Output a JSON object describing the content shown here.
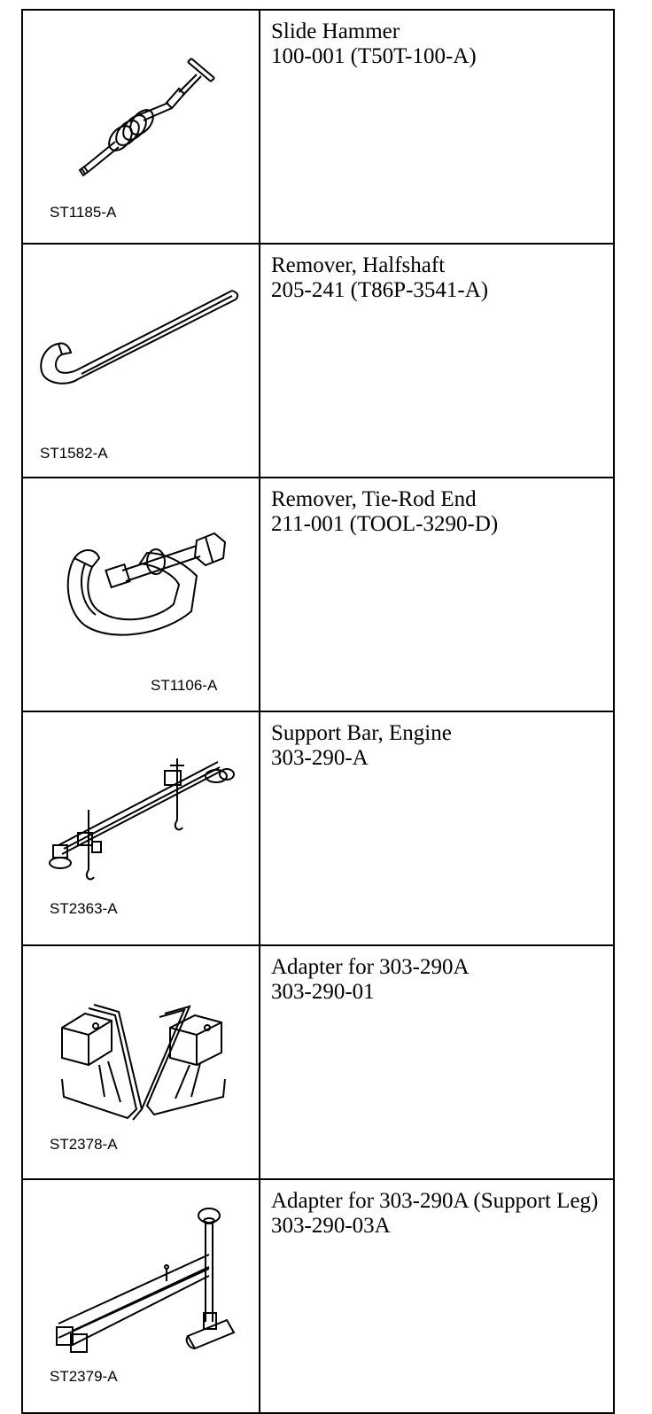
{
  "tools": [
    {
      "figure": "ST1185-A",
      "name": "Slide Hammer",
      "number": "100-001 (T50T-100-A)",
      "icon": "slide-hammer-icon"
    },
    {
      "figure": "ST1582-A",
      "name": "Remover, Halfshaft",
      "number": "205-241 (T86P-3541-A)",
      "icon": "halfshaft-remover-icon"
    },
    {
      "figure": "ST1106-A",
      "name": "Remover, Tie-Rod End",
      "number": "211-001 (TOOL-3290-D)",
      "icon": "tie-rod-remover-icon"
    },
    {
      "figure": "ST2363-A",
      "name": "Support Bar, Engine",
      "number": "303-290-A",
      "icon": "engine-support-bar-icon"
    },
    {
      "figure": "ST2378-A",
      "name": "Adapter for 303-290A",
      "number": "303-290-01",
      "icon": "adapter-brackets-icon"
    },
    {
      "figure": "ST2379-A",
      "name": "Adapter for 303-290A (Support Leg)",
      "number": "303-290-03A",
      "icon": "support-leg-icon"
    }
  ]
}
